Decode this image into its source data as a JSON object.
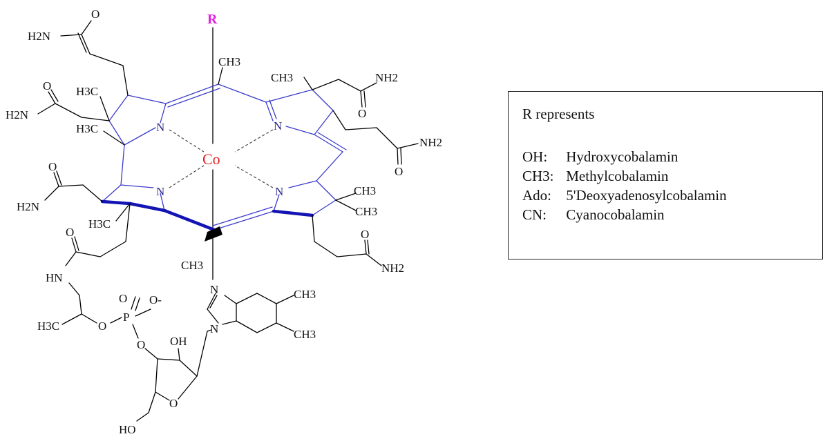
{
  "structure": {
    "r_label": "R",
    "co_label": "Co",
    "r_color": "#e020e0",
    "co_color": "#e02020",
    "ring_color": "#3a3acc",
    "atoms": {
      "n": "N",
      "h2n": "H2N",
      "nh2": "NH2",
      "o": "O",
      "ch3": "CH3",
      "h3c": "H3C",
      "hn": "HN",
      "p": "P",
      "o_minus": "O-",
      "oh": "OH",
      "ho": "HO"
    }
  },
  "legend": {
    "title": "R represents",
    "items": [
      {
        "code": "OH:",
        "name": "Hydroxycobalamin"
      },
      {
        "code": "CH3:",
        "name": "Methylcobalamin"
      },
      {
        "code": "Ado:",
        "name": "5'Deoxyadenosylcobalamin"
      },
      {
        "code": "CN:",
        "name": "Cyanocobalamin"
      }
    ]
  }
}
